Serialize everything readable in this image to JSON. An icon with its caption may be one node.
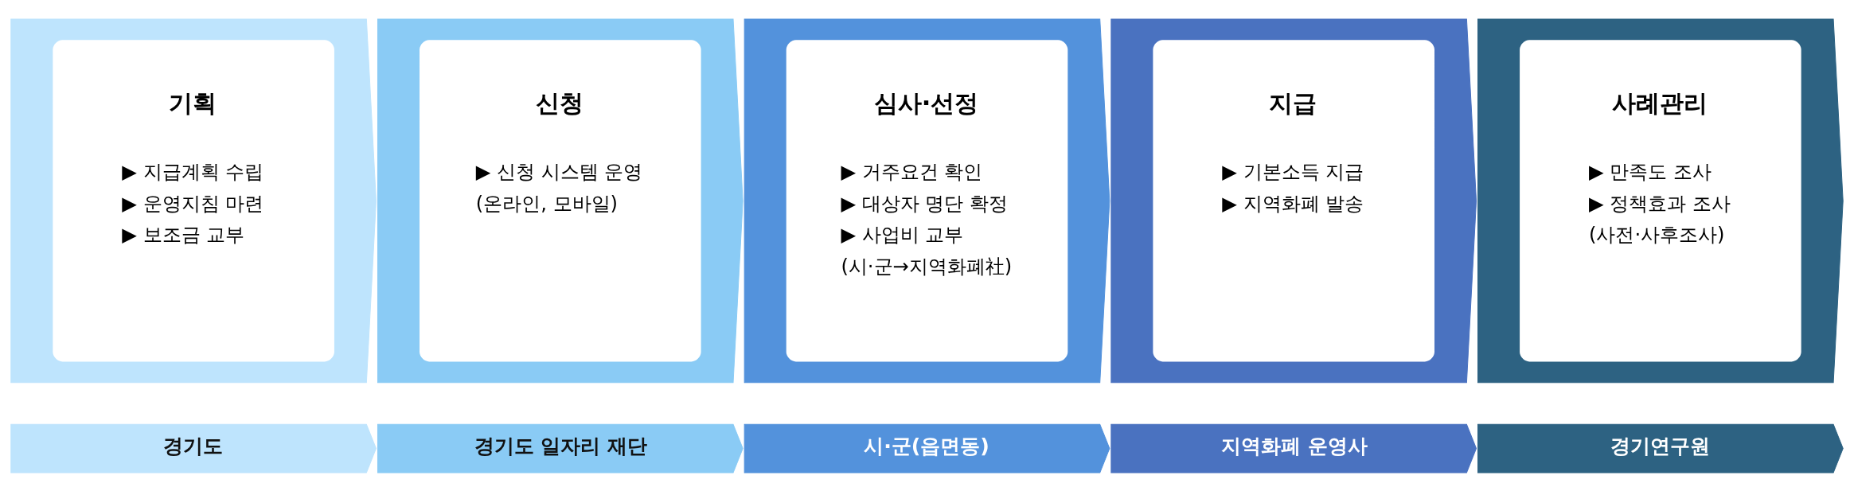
{
  "diagram": {
    "nodes": [
      {
        "text": [
          "기획",
          "▶ 지급계획 수립",
          "▶ 운영지침 마련",
          "▶ 보조금 교부"
        ]
      },
      {
        "text": [
          "신청",
          "▶ 신청 시스템 운영",
          "(온라인, 모바일)"
        ]
      },
      {
        "text": [
          "심사·선정",
          "▶ 거주요건 확인",
          "▶ 대상자 명단 확정",
          "▶ 사업비 교부",
          "(시·군→지역화폐社)"
        ]
      },
      {
        "text": [
          "지급",
          "▶ 기본소득 지급",
          "▶ 지역화폐 발송"
        ]
      },
      {
        "text": [
          "사례관리",
          "▶ 만족도 조사",
          "▶ 정책효과 조사",
          "(사전·사후조사)"
        ]
      },
      {
        "text": [
          "경기도"
        ]
      },
      {
        "text": [
          "경기도 일자리 재단"
        ]
      },
      {
        "text": [
          "시·군(읍면동)"
        ]
      },
      {
        "text": [
          "지역화폐 운영사"
        ]
      },
      {
        "text": [
          "경기연구원"
        ]
      }
    ]
  }
}
